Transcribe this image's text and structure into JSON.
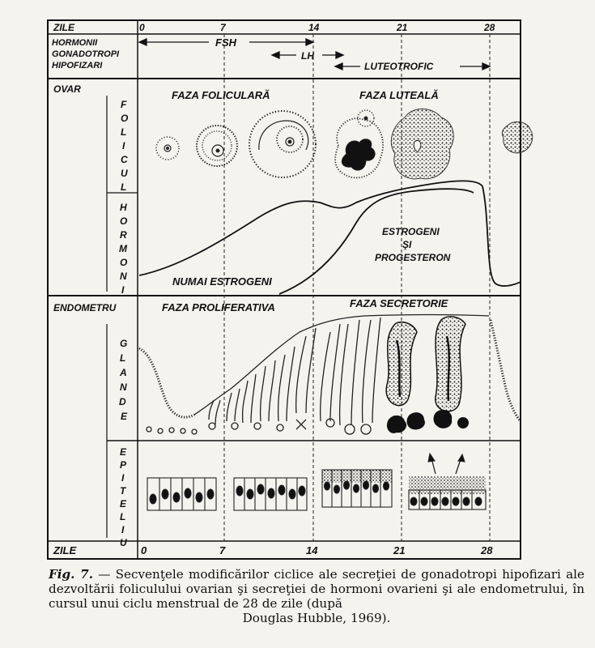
{
  "days_label": "ZILE",
  "days": [
    "0",
    "7",
    "14",
    "21",
    "28"
  ],
  "hormones_label_lines": [
    "HORMONII",
    "GONADOTROPI",
    "HIPOFIZARI"
  ],
  "fsh": "FSH",
  "lh": "LH",
  "luteotrofic": "LUTEOTROFIC",
  "ovar": "OVAR",
  "folicul_letters": [
    "F",
    "O",
    "L",
    "I",
    "C",
    "U",
    "L"
  ],
  "hormoni_letters": [
    "H",
    "O",
    "R",
    "M",
    "O",
    "N",
    "I"
  ],
  "faza_foliculara": "FAZA FOLICULARĂ",
  "faza_luteala": "FAZA LUTEALĂ",
  "estrogeni_lines": [
    "ESTROGENI",
    "ŞI",
    "PROGESTERON"
  ],
  "numai_estrogeni": "NUMAI ESTROGENI",
  "endometru": "ENDOMETRU",
  "faza_proliferativa": "FAZA PROLIFERATIVA",
  "faza_secretorie": "FAZA SECRETORIE",
  "glande_letters": [
    "G",
    "L",
    "A",
    "N",
    "D",
    "E"
  ],
  "epiteliu_letters": [
    "E",
    "P",
    "I",
    "T",
    "E",
    "L",
    "I",
    "U"
  ],
  "caption": {
    "fig": "Fig. 7.",
    "main": " — Secvenţele modificărilor ciclice ale secreţiei de gonadotropi hipofizari ale dezvoltării foliculului ovarian şi secreţiei de hormoni ovarieni şi ale endometrului, în cursul unui ciclu menstrual de 28 de zile (după",
    "last": "Douglas Hubble, 1969)."
  }
}
